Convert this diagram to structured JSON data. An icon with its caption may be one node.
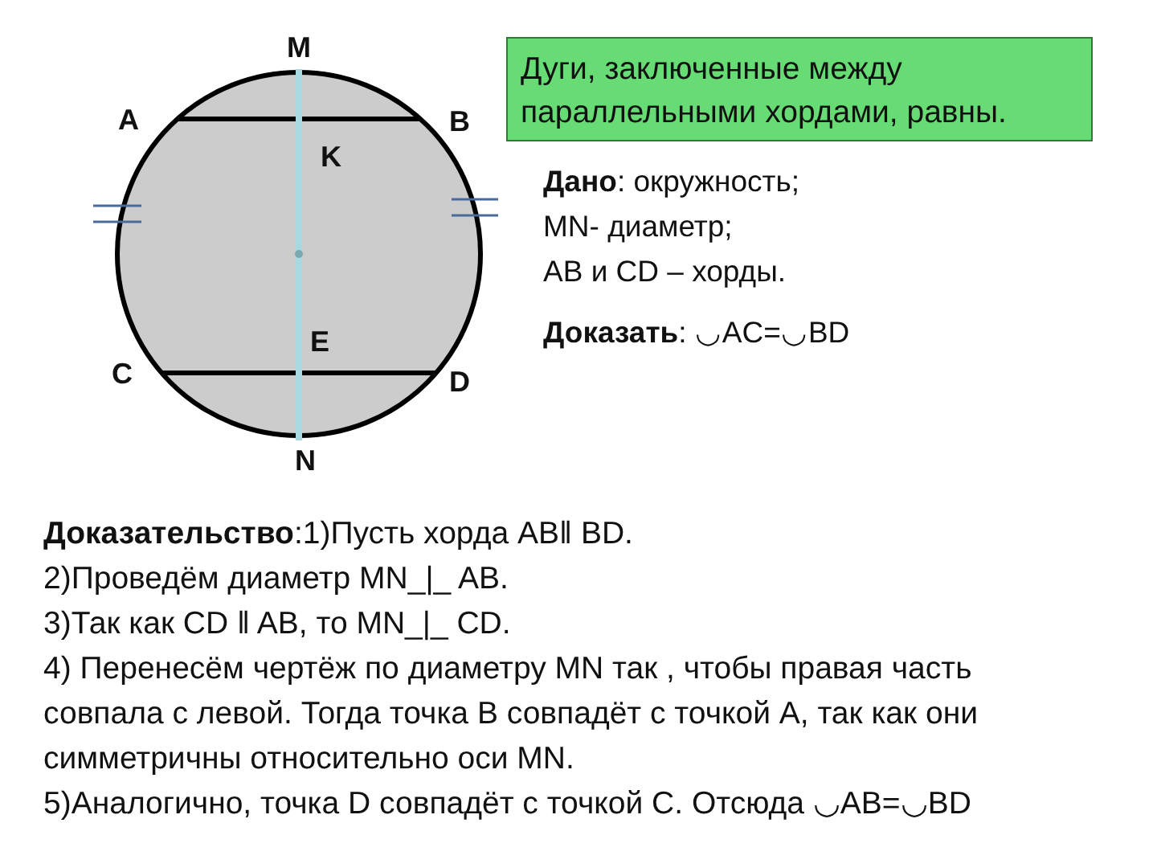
{
  "diagram": {
    "nodes": [
      {
        "text": [
          "Дуги, заключенные между параллельными хордами, равны."
        ]
      }
    ],
    "labels": [
      "M",
      "A",
      "B",
      "K",
      "C",
      "E",
      "D",
      "N",
      "**Дано**: окружность;",
      "MN- диаметр;",
      "AB и CD – хорды.",
      "**Доказать**: ◡AC=◡BD",
      "**Доказательство**:1)Пусть хорда AB‖ BD.",
      "2)Проведём диаметр MN_|_ AB.",
      "3)Так как CD ‖ AB, то MN_|_ CD.",
      "4) Перенесём чертёж по диаметру MN так , чтобы правая часть совпала с левой. Тогда точка B совпадёт с точкой A, так как они симметричны относительно оси MN.",
      "5)Аналогично, точка D совпадёт с точкой C. Отсюда ◡AB=◡BD"
    ]
  }
}
